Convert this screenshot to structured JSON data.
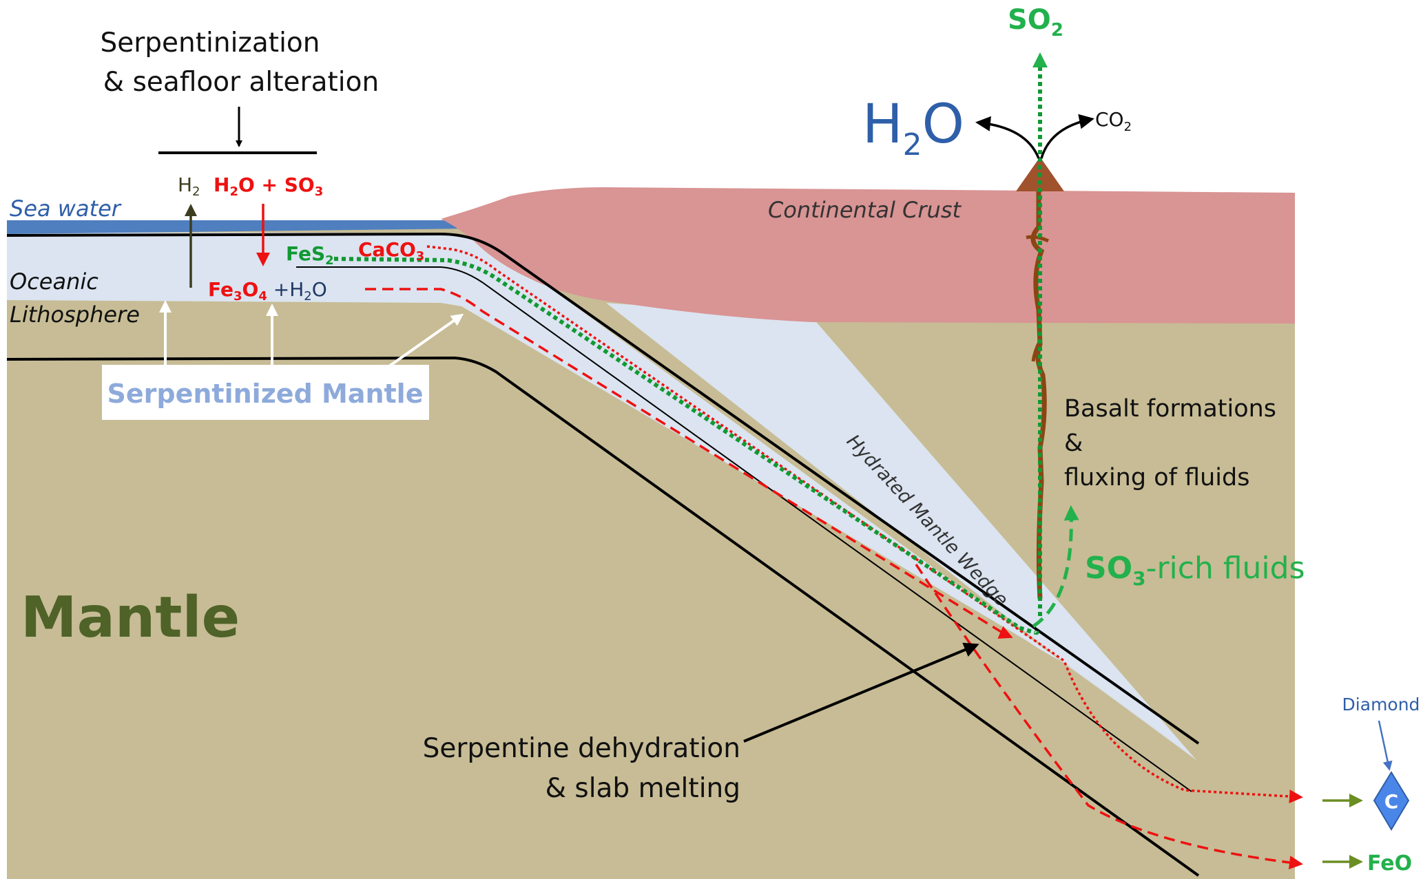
{
  "labels": {
    "process_line1": "Serpentinization",
    "process_line2": "& seafloor alteration",
    "sea_water": "Sea water",
    "oceanic_line1": "Oceanic",
    "oceanic_line2": "Lithosphere",
    "h2": "H",
    "h2_sub": "2",
    "h2o_so3_a": "H",
    "h2o_so3_sub1": "2",
    "h2o_so3_b": "O + SO",
    "h2o_so3_sub2": "3",
    "fe3o4_a": "Fe",
    "fe3o4_sub1": "3",
    "fe3o4_b": "O",
    "fe3o4_sub2": "4",
    "fe3o4_c": " +H",
    "fe3o4_sub3": "2",
    "fe3o4_d": "O",
    "fes2": "FeS",
    "fes2_sub": "2",
    "caco3": "CaCO",
    "caco3_sub": "3",
    "serpentinized_mantle": "Serpentinized Mantle",
    "continental_crust": "Continental Crust",
    "hydrated_wedge": "Hydrated Mantle Wedge",
    "mantle": "Mantle",
    "h2o_big": "H",
    "h2o_big_sub": "2",
    "h2o_big_end": "O",
    "co2": "CO",
    "co2_sub": "2",
    "so2": "SO",
    "so2_sub": "2",
    "basalt_line1": "Basalt formations",
    "basalt_line2": "&",
    "basalt_line3": "fluxing of fluids",
    "so3_fluids_a": "SO",
    "so3_fluids_sub": "3",
    "so3_fluids_b": "-rich fluids",
    "dehydration_line1": "Serpentine dehydration",
    "dehydration_line2": "& slab melting",
    "diamond": "Diamond",
    "diamond_symbol": "C",
    "feo": "FeO"
  },
  "colors": {
    "mantle": "#c7bc95",
    "crust": "#d99494",
    "lithosphere": "#dbe4f0",
    "sea": "#4f7fbf",
    "red": "#ee1111",
    "green": "#119933",
    "bright_green": "#22b14c",
    "navy": "#1f3864",
    "mantle_text": "#4f6228",
    "olive": "#6b8e23",
    "volcano": "#8b4513",
    "serp_label": "#8eaadb"
  }
}
